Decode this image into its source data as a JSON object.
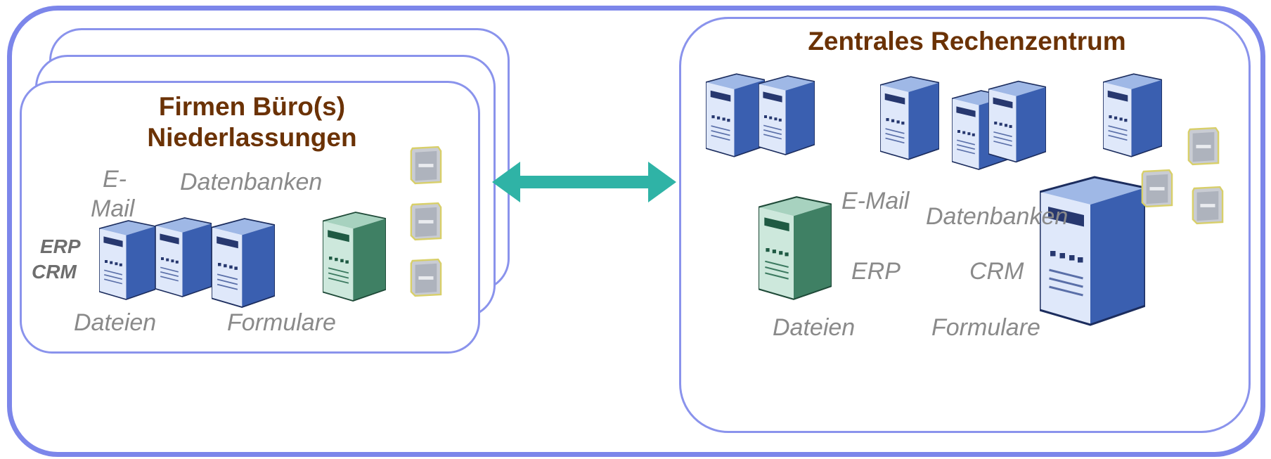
{
  "office": {
    "title_line1": "Firmen Büro(s)",
    "title_line2": "Niederlassungen",
    "label_email_1": "E-",
    "label_email_2": "Mail",
    "label_databases": "Datenbanken",
    "label_erp": "ERP",
    "label_crm": "CRM",
    "label_files": "Dateien",
    "label_forms": "Formulare"
  },
  "datacenter": {
    "title": "Zentrales Rechenzentrum",
    "label_email": "E-Mail",
    "label_databases": "Datenbanken",
    "label_erp": "ERP",
    "label_crm": "CRM",
    "label_files": "Dateien",
    "label_forms": "Formulare"
  },
  "colors": {
    "frame": "#7c86ea",
    "title": "#6b3205",
    "label": "#8a8a8a",
    "arrow": "#2fb3a6",
    "server_blue": "#4e74c8",
    "server_green": "#4f9a78"
  },
  "icons": [
    "server-icon",
    "green-server-icon",
    "storage-drive-icon",
    "bidirectional-arrow-icon"
  ]
}
